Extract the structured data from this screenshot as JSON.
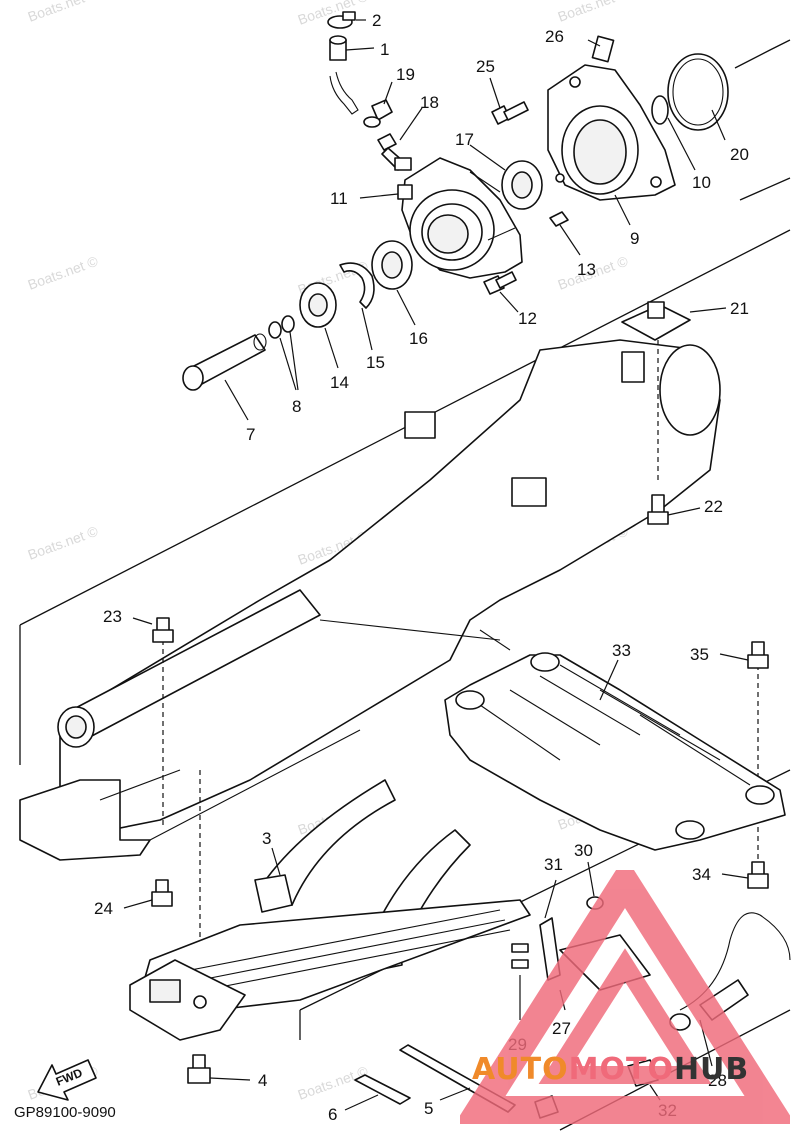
{
  "diagram": {
    "code": "GP89100-9090",
    "direction_label": "FWD",
    "watermark": "Boats.net ©",
    "callouts": [
      {
        "id": "c1",
        "label": "1"
      },
      {
        "id": "c2",
        "label": "2"
      },
      {
        "id": "c3",
        "label": "3"
      },
      {
        "id": "c4",
        "label": "4"
      },
      {
        "id": "c5",
        "label": "5"
      },
      {
        "id": "c6",
        "label": "6"
      },
      {
        "id": "c7",
        "label": "7"
      },
      {
        "id": "c8",
        "label": "8"
      },
      {
        "id": "c9",
        "label": "9"
      },
      {
        "id": "c10",
        "label": "10"
      },
      {
        "id": "c11",
        "label": "11"
      },
      {
        "id": "c12",
        "label": "12"
      },
      {
        "id": "c13",
        "label": "13"
      },
      {
        "id": "c14",
        "label": "14"
      },
      {
        "id": "c15",
        "label": "15"
      },
      {
        "id": "c16",
        "label": "16"
      },
      {
        "id": "c17",
        "label": "17"
      },
      {
        "id": "c18",
        "label": "18"
      },
      {
        "id": "c19",
        "label": "19"
      },
      {
        "id": "c20",
        "label": "20"
      },
      {
        "id": "c21",
        "label": "21"
      },
      {
        "id": "c22",
        "label": "22"
      },
      {
        "id": "c23",
        "label": "23"
      },
      {
        "id": "c24",
        "label": "24"
      },
      {
        "id": "c25",
        "label": "25"
      },
      {
        "id": "c26",
        "label": "26"
      },
      {
        "id": "c27",
        "label": "27"
      },
      {
        "id": "c28",
        "label": "28"
      },
      {
        "id": "c29",
        "label": "29"
      },
      {
        "id": "c30",
        "label": "30"
      },
      {
        "id": "c31",
        "label": "31"
      },
      {
        "id": "c32",
        "label": "32"
      },
      {
        "id": "c33",
        "label": "33"
      },
      {
        "id": "c34",
        "label": "34"
      },
      {
        "id": "c35",
        "label": "35"
      }
    ]
  },
  "logo": {
    "word_part1": "AUTO",
    "word_part2": "MOTO",
    "word_part3": "HUB",
    "colors": {
      "orange": "#f08a2a",
      "pink": "#f06a7a",
      "dark": "#333333"
    }
  }
}
